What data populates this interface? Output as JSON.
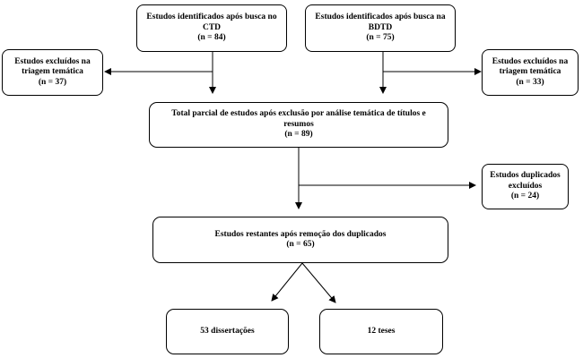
{
  "boxes": {
    "ctd": {
      "line1": "Estudos identificados após busca no",
      "line2": "CTD",
      "count": "(n = 84)"
    },
    "bdtd": {
      "line1": "Estudos identificados após busca na",
      "line2": "BDTD",
      "count": "(n = 75)"
    },
    "excluded_left": {
      "line1": "Estudos excluídos na",
      "line2": "triagem temática",
      "count": "(n = 37)"
    },
    "excluded_right": {
      "line1": "Estudos excluídos na",
      "line2": "triagem temática",
      "count": "(n = 33)"
    },
    "partial_total": {
      "line1": "Total parcial de estudos após exclusão por análise temática de títulos e",
      "line2": "resumos",
      "count": "(n = 89)"
    },
    "duplicates": {
      "line1": "Estudos duplicados",
      "line2": "excluídos",
      "count": "(n = 24)"
    },
    "remaining": {
      "line1": "Estudos restantes após remoção dos duplicados",
      "count": "(n = 65)"
    },
    "dissertations": {
      "label": "53 dissertações"
    },
    "theses": {
      "label": "12 teses"
    }
  }
}
